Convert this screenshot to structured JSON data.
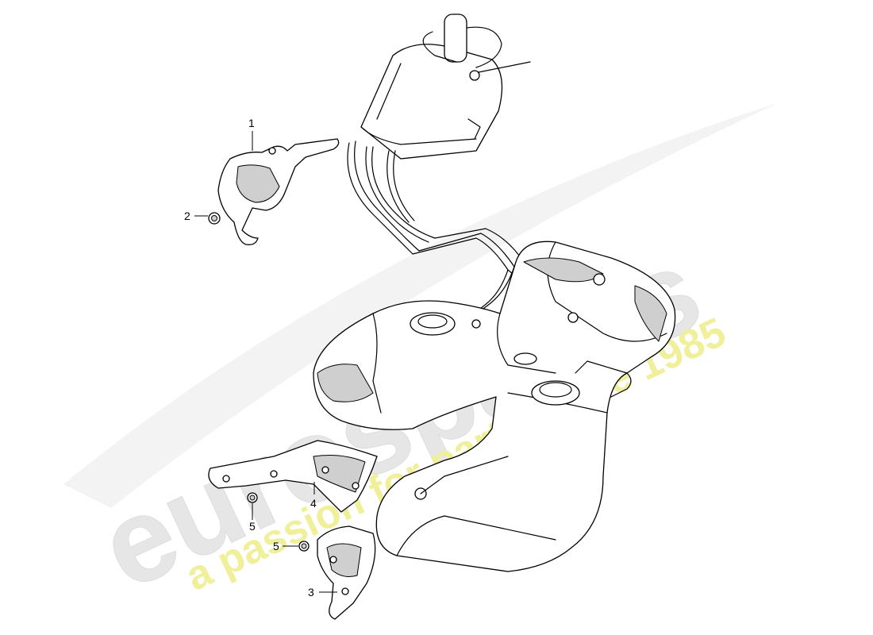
{
  "watermark": {
    "brand": "eurospares",
    "tagline": "a passion for parts since 1985",
    "brand_color": "#e6e6e6",
    "tagline_color": "#f0ef9a"
  },
  "callouts": [
    {
      "id": "c1",
      "label": "1"
    },
    {
      "id": "c2",
      "label": "2"
    },
    {
      "id": "c3",
      "label": "3"
    },
    {
      "id": "c4",
      "label": "4"
    },
    {
      "id": "c5a",
      "label": "5"
    },
    {
      "id": "c5b",
      "label": "5"
    }
  ],
  "icons": {
    "fuel_tank": "fuel-tank-icon",
    "heat_shield": "heat-shield-icon",
    "nut": "nut-icon"
  }
}
